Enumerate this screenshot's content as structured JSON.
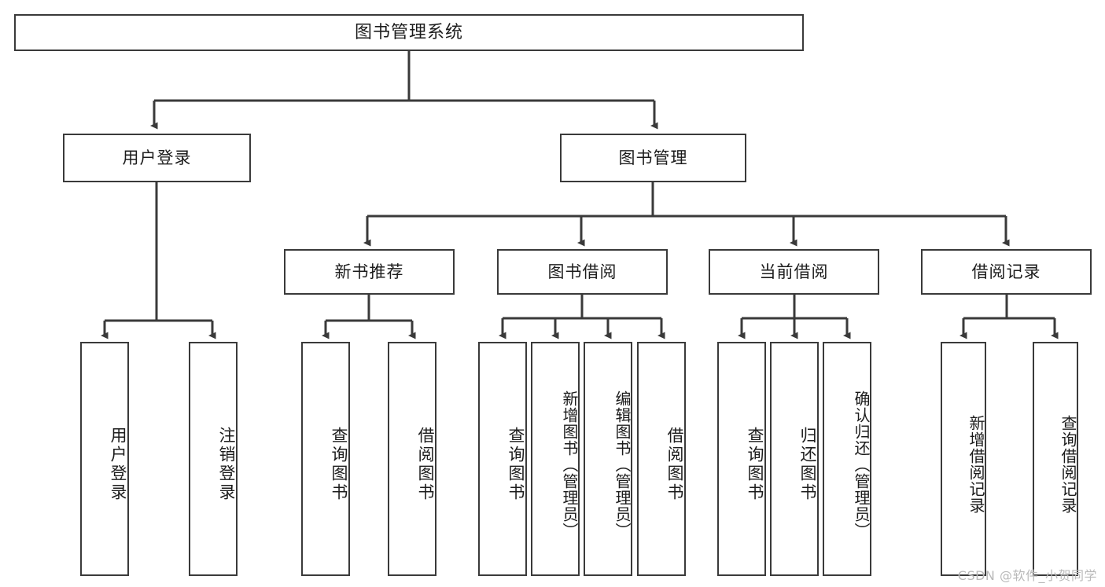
{
  "diagram": {
    "title": "图书管理系统",
    "type": "tree-hierarchy-diagram",
    "watermark": "CSDN @软件_小贺同学",
    "colors": {
      "background": "#ffffff",
      "box_border": "#3a3a3a",
      "box_fill": "#ffffff",
      "text": "#1c1c1c",
      "connector": "#3a3a3a",
      "watermark": "#b9b9b9"
    },
    "levels": {
      "root": {
        "label": "图书管理系统"
      },
      "level2": [
        {
          "label": "用户登录"
        },
        {
          "label": "图书管理"
        }
      ],
      "level3": [
        {
          "label": "新书推荐"
        },
        {
          "label": "图书借阅"
        },
        {
          "label": "当前借阅"
        },
        {
          "label": "借阅记录"
        }
      ],
      "leaves": {
        "user_login": [
          {
            "label": "用户登录"
          },
          {
            "label": "注销登录"
          }
        ],
        "new_book_recommend": [
          {
            "label": "查询图书"
          },
          {
            "label": "借阅图书"
          }
        ],
        "book_borrow": [
          {
            "label": "查询图书"
          },
          {
            "label": "新增图书（管理员）"
          },
          {
            "label": "编辑图书（管理员）"
          },
          {
            "label": "借阅图书"
          }
        ],
        "current_borrow": [
          {
            "label": "查询图书"
          },
          {
            "label": "归还图书"
          },
          {
            "label": "确认归还（管理员）"
          }
        ],
        "borrow_record": [
          {
            "label": "新增借阅记录"
          },
          {
            "label": "查询借阅记录"
          }
        ]
      }
    }
  }
}
